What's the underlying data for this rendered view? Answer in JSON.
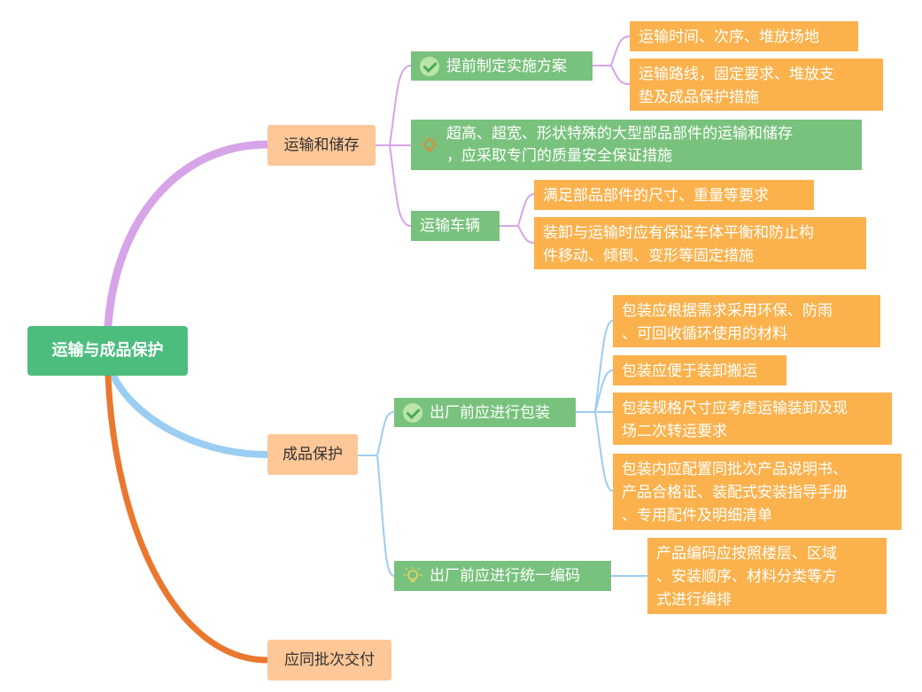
{
  "root": {
    "label": "运输与成品保护"
  },
  "branches": [
    {
      "label": "运输和储存",
      "color": "#d7a4e8",
      "children": [
        {
          "label": "提前制定实施方案",
          "icon": "check-icon",
          "leaves": [
            "运输时间、次序、堆放场地",
            "运输路线，固定要求、堆放支垫及成品保护措施"
          ]
        },
        {
          "label_lines": [
            "超高、超宽、形状特殊的大型部品部件的运输和储存",
            "，应采取专门的质量安全保证措施"
          ],
          "icon": "lightbulb-icon"
        },
        {
          "label": "运输车辆",
          "leaves": [
            "满足部品部件的尺寸、重量等要求",
            "装卸与运输时应有保证车体平衡和防止构件移动、倾倒、变形等固定措施"
          ]
        }
      ]
    },
    {
      "label": "成品保护",
      "color": "#9ccdf2",
      "children": [
        {
          "label": "出厂前应进行包装",
          "icon": "check-icon",
          "leaves": [
            "包装应根据需求采用环保、防雨、可回收循环使用的材料",
            "包装应便于装卸搬运",
            "包装规格尺寸应考虑运输装卸及现场二次转运要求",
            "包装内应配置同批次产品说明书、产品合格证、装配式安装指导手册、专用配件及明细清单"
          ]
        },
        {
          "label": "出厂前应进行统一编码",
          "icon": "lightbulb-icon",
          "leaves": [
            "产品编码应按照楼层、区域、安装顺序、材料分类等方式进行编排"
          ]
        }
      ]
    },
    {
      "label": "应同批次交付",
      "color": "#e9782e",
      "children": []
    }
  ],
  "leaf_lines": {
    "a2": [
      "运输路线，固定要求、堆放支",
      "垫及成品保护措施"
    ],
    "a5": [
      "装卸与运输时应有保证车体平衡和防止构",
      "件移动、倾倒、变形等固定措施"
    ],
    "b1": [
      "包装应根据需求采用环保、防雨",
      "、可回收循环使用的材料"
    ],
    "b3": [
      "包装规格尺寸应考虑运输装卸及现",
      "场二次转运要求"
    ],
    "b4": [
      "包装内应配置同批次产品说明书、",
      "产品合格证、装配式安装指导手册",
      "、专用配件及明细清单"
    ],
    "b5": [
      "产品编码应按照楼层、区域",
      "、安装顺序、材料分类等方",
      "式进行编排"
    ]
  },
  "colors": {
    "root": "#4dbd7e",
    "level2": "#79c27d",
    "leaf": "#fbb24d",
    "level1": "#fdc797"
  }
}
